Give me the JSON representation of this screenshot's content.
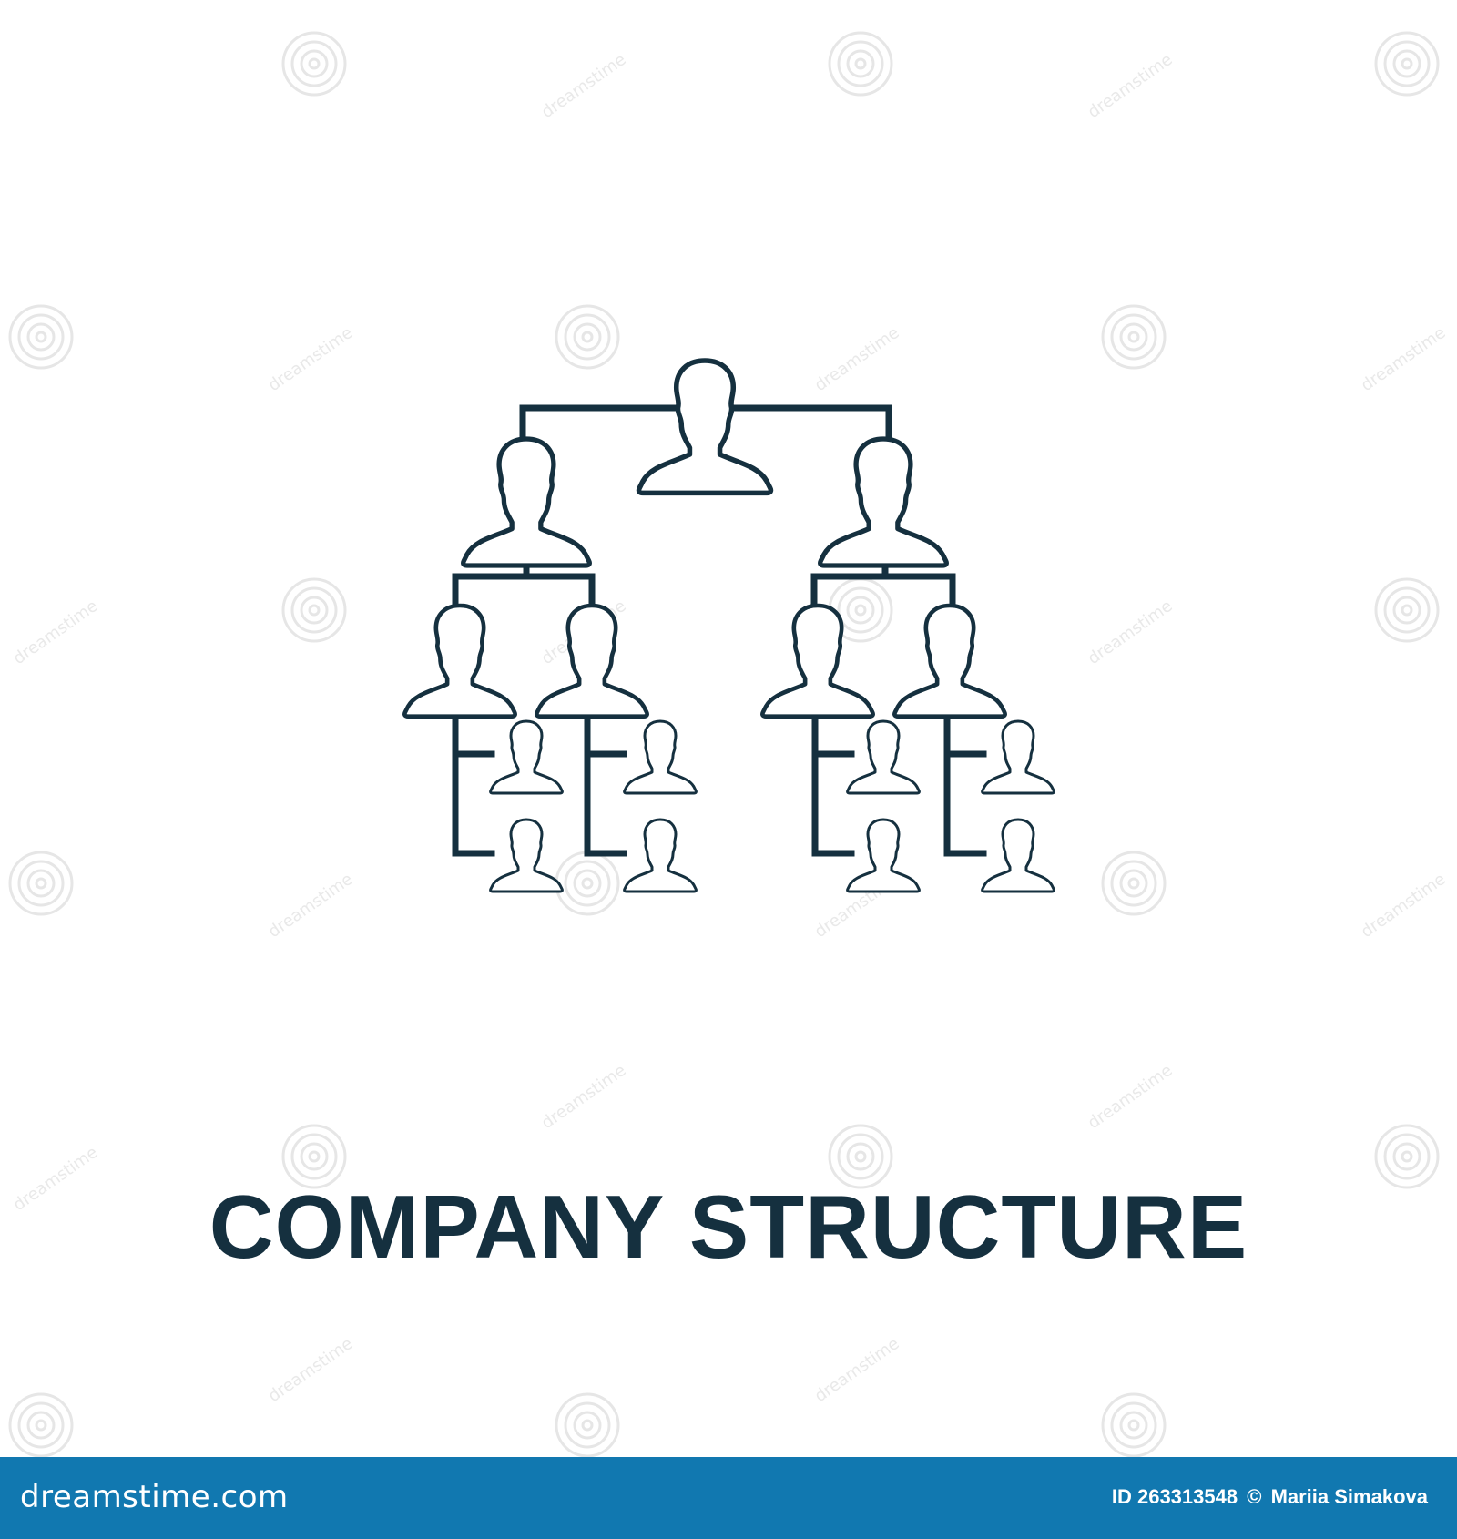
{
  "caption": {
    "title": "COMPANY STRUCTURE"
  },
  "icon": {
    "name": "organization-chart-icon",
    "stroke_color": "#15303f"
  },
  "watermark": {
    "brand_text": "dreamstime",
    "symbol": "spiral-watermark-icon"
  },
  "footer": {
    "logo_text": "dreamstime.com",
    "id_label": "ID 263313548",
    "copyright_symbol": "©",
    "author": "Mariia Simakova",
    "background_color": "#1178b0",
    "text_color": "#ffffff"
  },
  "colors": {
    "background": "#ffffff",
    "ink": "#15303f"
  }
}
